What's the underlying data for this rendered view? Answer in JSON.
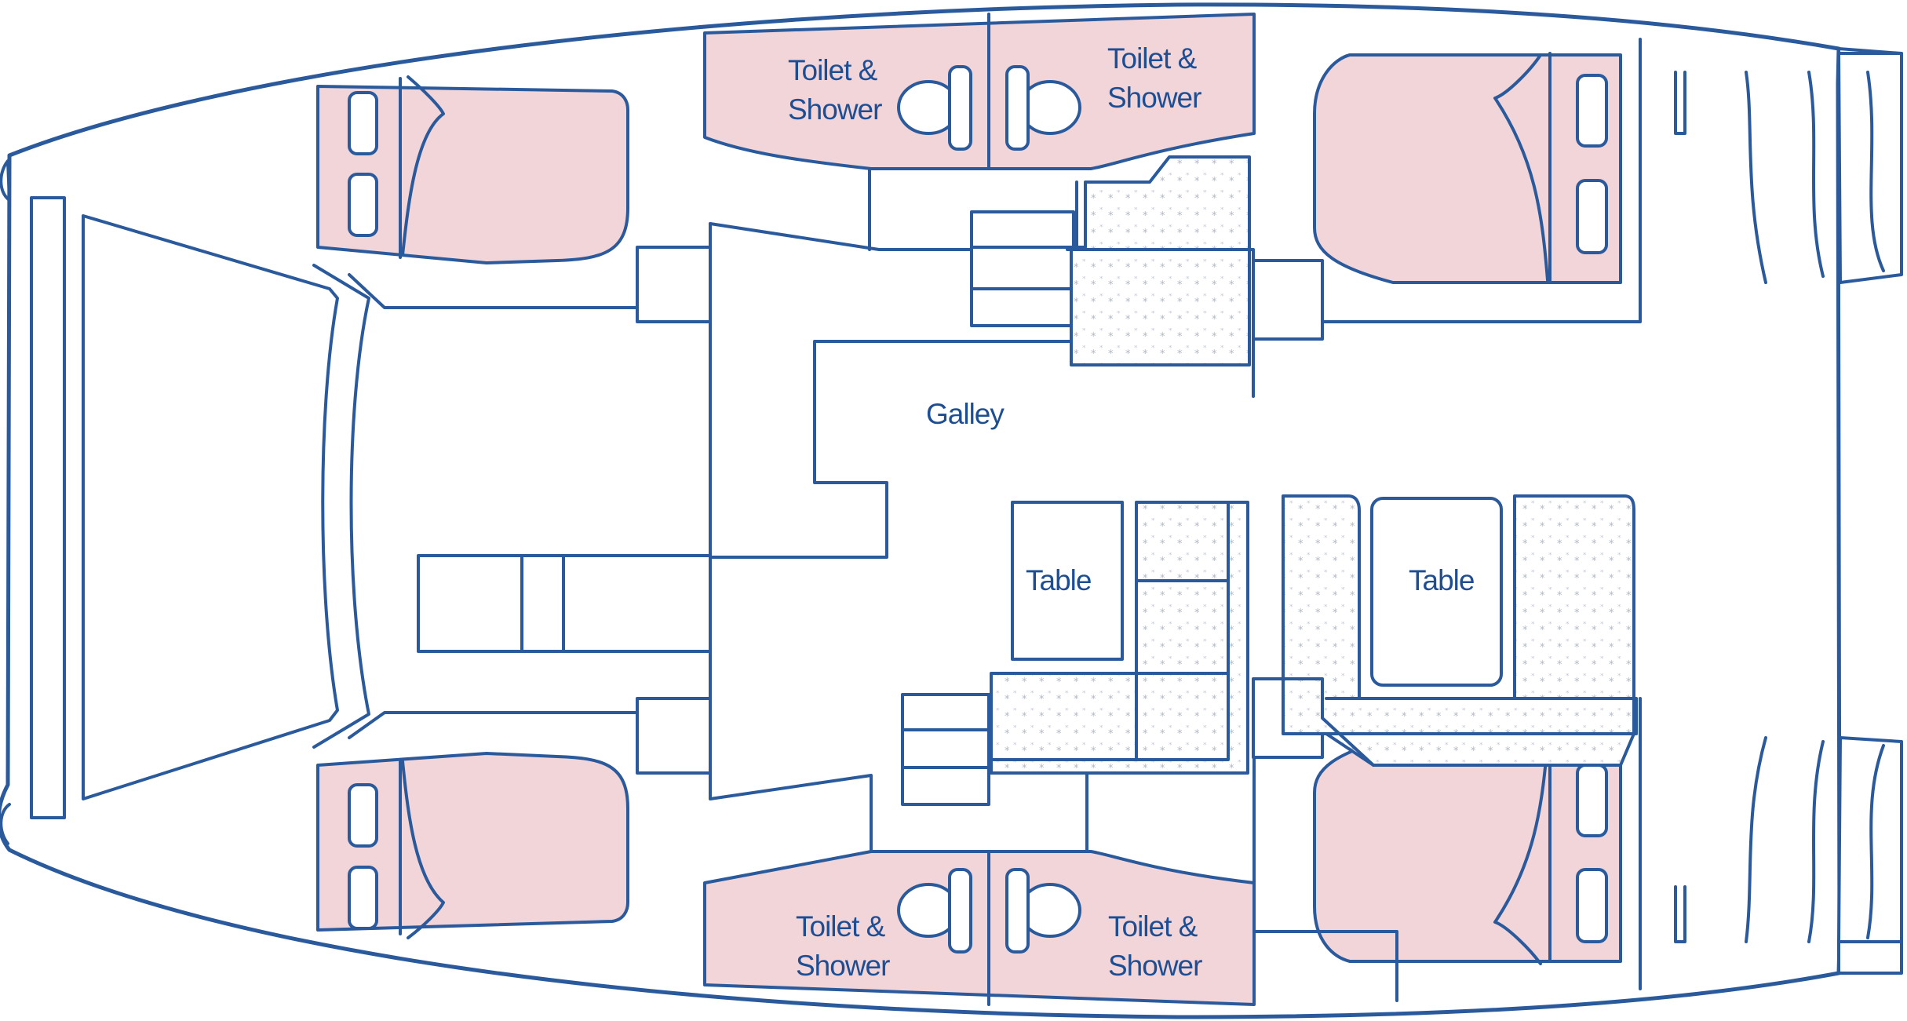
{
  "diagram": {
    "colors": {
      "outline": "#2a5a9c",
      "cabin_fill": "#f1d5d9",
      "text": "#1d4e94",
      "seat_pattern": "#b0b8c6"
    },
    "labels": {
      "galley": "Galley",
      "table_port": "Table",
      "table_starboard": "Table",
      "head_top_left": {
        "line1": "Toilet &",
        "line2": "Shower"
      },
      "head_top_right": {
        "line1": "Toilet &",
        "line2": "Shower"
      },
      "head_bottom_left": {
        "line1": "Toilet &",
        "line2": "Shower"
      },
      "head_bottom_right": {
        "line1": "Toilet &",
        "line2": "Shower"
      }
    }
  }
}
